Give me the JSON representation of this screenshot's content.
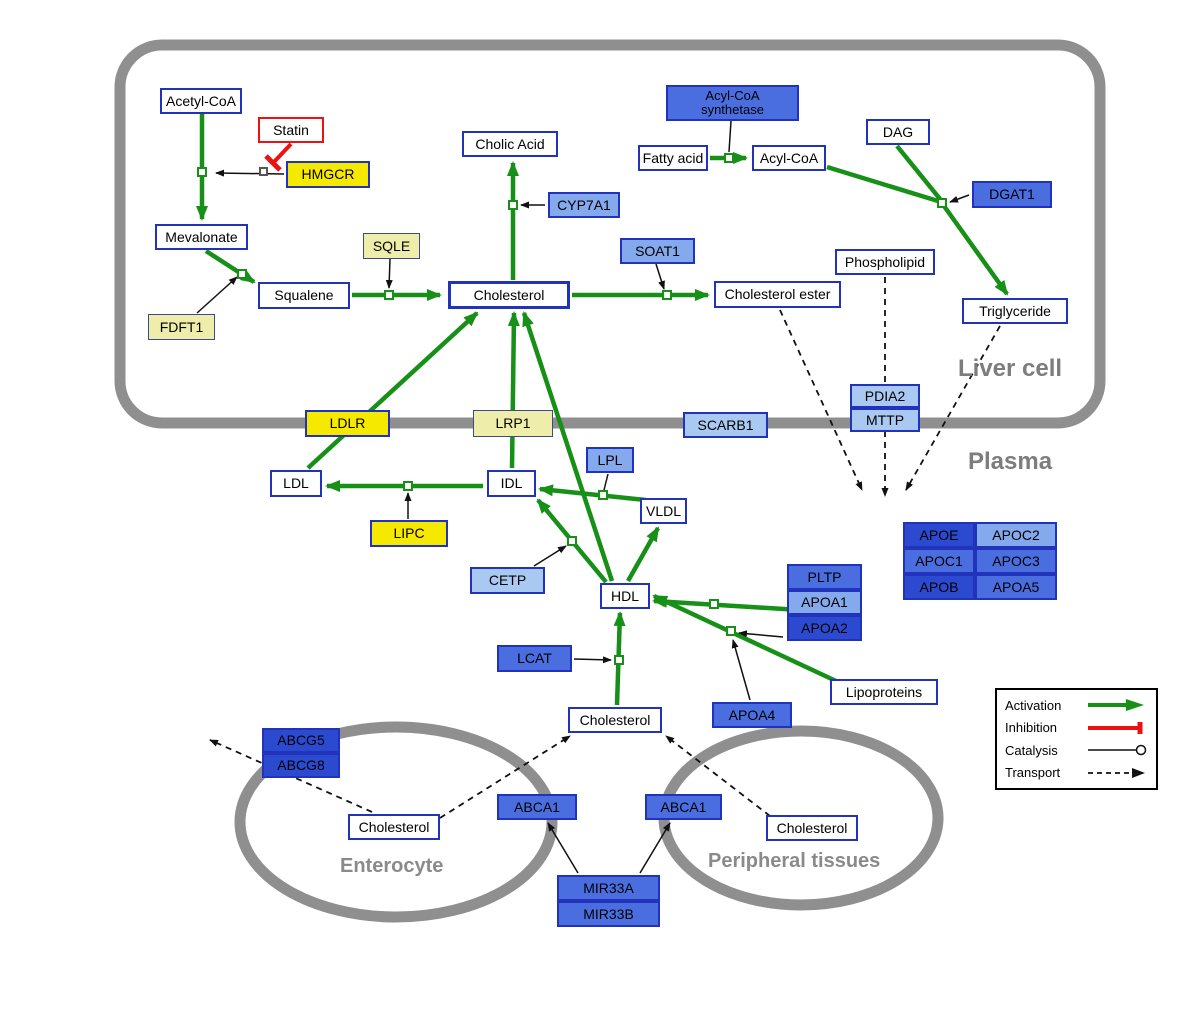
{
  "regions": {
    "liver_cell": "Liver cell",
    "plasma": "Plasma",
    "enterocyte": "Enterocyte",
    "peripheral_tissues": "Peripheral tissues"
  },
  "nodes": {
    "acetyl_coa": "Acetyl-CoA",
    "statin": "Statin",
    "hmgcr": "HMGCR",
    "mevalonate": "Mevalonate",
    "fdft1": "FDFT1",
    "squalene": "Squalene",
    "sqle": "SQLE",
    "cholesterol": "Cholesterol",
    "cholic_acid": "Cholic Acid",
    "cyp7a1": "CYP7A1",
    "soat1": "SOAT1",
    "cholesterol_ester": "Cholesterol ester",
    "acyl_coa_synthetase": "Acyl-CoA synthetase",
    "fatty_acid": "Fatty acid",
    "acyl_coa": "Acyl-CoA",
    "dag": "DAG",
    "dgat1": "DGAT1",
    "phospholipid": "Phospholipid",
    "triglyceride": "Triglyceride",
    "pdia2": "PDIA2",
    "mttp": "MTTP",
    "ldlr": "LDLR",
    "lrp1": "LRP1",
    "scarb1": "SCARB1",
    "ldl": "LDL",
    "idl": "IDL",
    "lpl": "LPL",
    "vldl": "VLDL",
    "lipc": "LIPC",
    "cetp": "CETP",
    "hdl": "HDL",
    "lcat": "LCAT",
    "pltp": "PLTP",
    "apoa1": "APOA1",
    "apoa2": "APOA2",
    "apoa4": "APOA4",
    "lipoproteins": "Lipoproteins",
    "apoe": "APOE",
    "apoc2": "APOC2",
    "apoc1": "APOC1",
    "apoc3": "APOC3",
    "apob": "APOB",
    "apoa5": "APOA5",
    "cholesterol_hdl": "Cholesterol",
    "abcg5": "ABCG5",
    "abcg8": "ABCG8",
    "cholesterol_enterocyte": "Cholesterol",
    "abca1_enterocyte": "ABCA1",
    "abca1_peripheral": "ABCA1",
    "cholesterol_peripheral": "Cholesterol",
    "mir33a": "MIR33A",
    "mir33b": "MIR33B"
  },
  "legend": {
    "activation": "Activation",
    "inhibition": "Inhibition",
    "catalysis": "Catalysis",
    "transport": "Transport"
  },
  "colors": {
    "activation_green": "#169016",
    "inhibition_red": "#ee1111",
    "membrane_gray": "#8f8f8f",
    "node_border_blue": "#2233bb",
    "gene_dark_blue": "#2b4ad0",
    "gene_medium_blue": "#4a6ee0",
    "gene_light_blue": "#a9c8f2",
    "highlight_yellow": "#f6e900",
    "pale_yellow": "#eeeeaa"
  }
}
